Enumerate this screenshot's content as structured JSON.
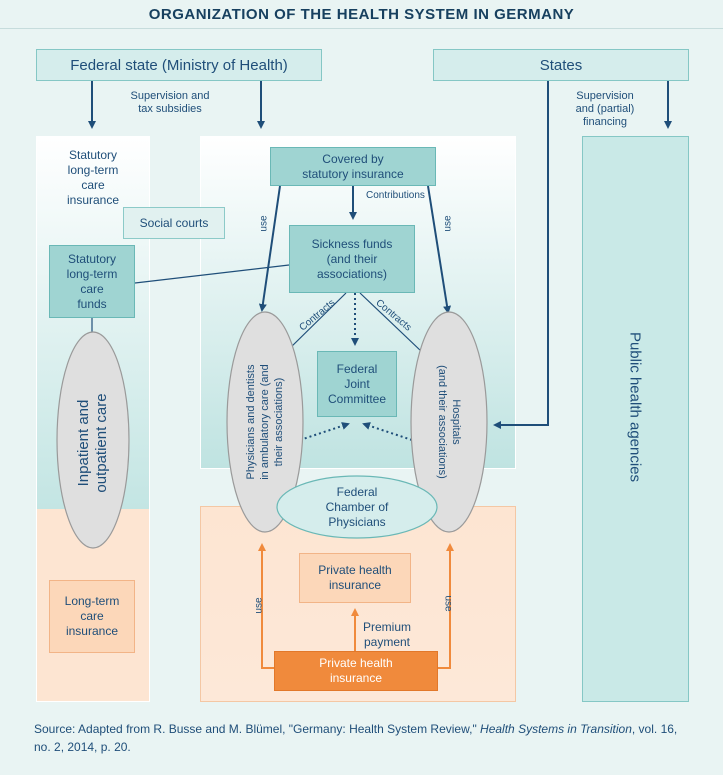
{
  "title": "ORGANIZATION OF THE HEALTH SYSTEM IN GERMANY",
  "federal_state": "Federal state (Ministry of Health)",
  "states": "States",
  "supervision_tax": "Supervision and\ntax subsidies",
  "supervision_financing": "Supervision\nand (partial)\nfinancing",
  "statutory_ltc_insurance": "Statutory\nlong-term\ncare\ninsurance",
  "social_courts": "Social courts",
  "statutory_ltc_funds": "Statutory\nlong-term\ncare\nfunds",
  "inpatient_outpatient": "Inpatient and\noutpatient care",
  "ltc_insurance": "Long-term\ncare\ninsurance",
  "covered_statutory": "Covered by\nstatutory insurance",
  "contributions": "Contributions",
  "use_label": "use",
  "sickness_funds": "Sickness funds\n(and their\nassociations)",
  "contracts": "Contracts",
  "federal_joint_committee": "Federal\nJoint\nCommittee",
  "physicians_dentists": "Physicians and dentists\nin ambulatory care (and\ntheir associations)",
  "hospitals": "Hospitals\n(and their associations)",
  "federal_chamber": "Federal\nChamber of\nPhysicians",
  "private_insurance_top": "Private health\ninsurance",
  "premium_payment": "Premium\npayment",
  "private_insurance_bottom": "Private health\ninsurance",
  "public_health": "Public health agencies",
  "source_prefix": "Source: Adapted from R. Busse and M. Blümel, \"Germany: Health System Review,\" ",
  "source_italic": "Health Systems in Transition",
  "source_suffix": ", vol. 16, no. 2, 2014, p. 20.",
  "colors": {
    "teal_fill": "#9fd4d2",
    "light_teal": "#d5edec",
    "peach": "#fcd7b9",
    "orange": "#f08a3c",
    "arrow": "#1f4e79"
  }
}
